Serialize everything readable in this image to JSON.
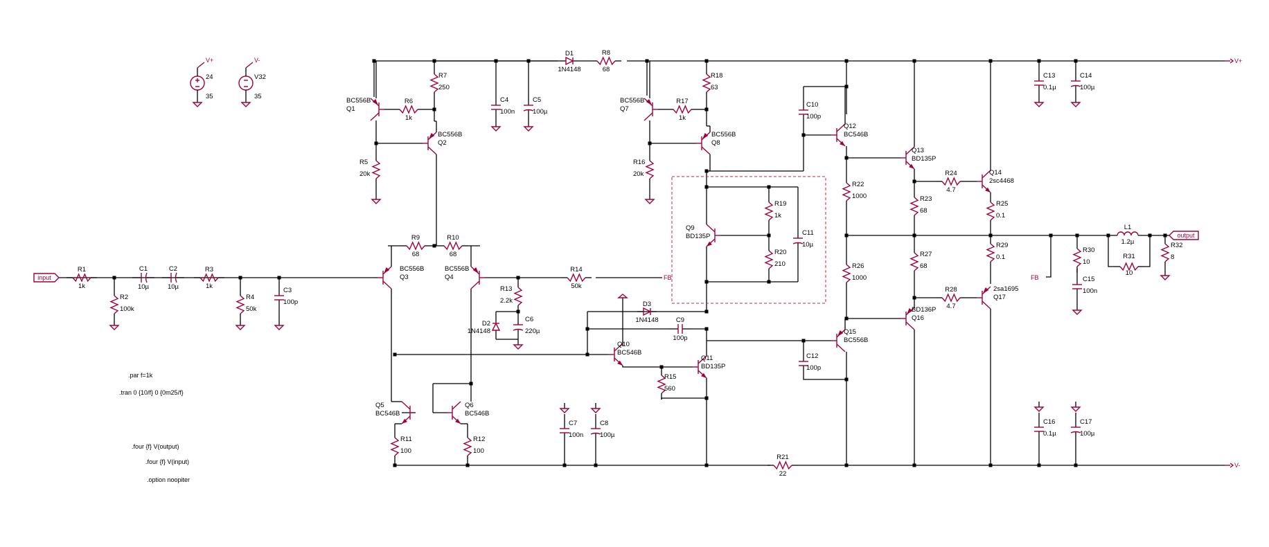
{
  "rails": {
    "pos": "V+",
    "neg": "V-"
  },
  "sources": [
    {
      "ref": "24",
      "value": "35"
    },
    {
      "ref": "V32",
      "value": "35"
    }
  ],
  "resistors": [
    {
      "ref": "R1",
      "value": "1k"
    },
    {
      "ref": "R2",
      "value": "100k"
    },
    {
      "ref": "R3",
      "value": "1k"
    },
    {
      "ref": "R4",
      "value": "50k"
    },
    {
      "ref": "R5",
      "value": "20k"
    },
    {
      "ref": "R6",
      "value": "1k"
    },
    {
      "ref": "R7",
      "value": "250"
    },
    {
      "ref": "R8",
      "value": "68"
    },
    {
      "ref": "R9",
      "value": "68"
    },
    {
      "ref": "R10",
      "value": "68"
    },
    {
      "ref": "R11",
      "value": "100"
    },
    {
      "ref": "R12",
      "value": "100"
    },
    {
      "ref": "R13",
      "value": "2.2k"
    },
    {
      "ref": "R14",
      "value": "50k"
    },
    {
      "ref": "R15",
      "value": "560"
    },
    {
      "ref": "R16",
      "value": "20k"
    },
    {
      "ref": "R17",
      "value": "1k"
    },
    {
      "ref": "R18",
      "value": "63"
    },
    {
      "ref": "R19",
      "value": "1k"
    },
    {
      "ref": "R20",
      "value": "210"
    },
    {
      "ref": "R21",
      "value": "22"
    },
    {
      "ref": "R22",
      "value": "1000"
    },
    {
      "ref": "R23",
      "value": "68"
    },
    {
      "ref": "R24",
      "value": "4.7"
    },
    {
      "ref": "R25",
      "value": "0.1"
    },
    {
      "ref": "R26",
      "value": "1000"
    },
    {
      "ref": "R27",
      "value": "68"
    },
    {
      "ref": "R28",
      "value": "4.7"
    },
    {
      "ref": "R29",
      "value": "0.1"
    },
    {
      "ref": "R30",
      "value": "10"
    },
    {
      "ref": "R31",
      "value": "10"
    },
    {
      "ref": "R32",
      "value": "8"
    }
  ],
  "capacitors": [
    {
      "ref": "C1",
      "value": "10µ"
    },
    {
      "ref": "C2",
      "value": "10µ"
    },
    {
      "ref": "C3",
      "value": "100p"
    },
    {
      "ref": "C4",
      "value": "100n"
    },
    {
      "ref": "C5",
      "value": "100µ"
    },
    {
      "ref": "C6",
      "value": "220µ"
    },
    {
      "ref": "C7",
      "value": "100n"
    },
    {
      "ref": "C8",
      "value": "100µ"
    },
    {
      "ref": "C9",
      "value": "100p"
    },
    {
      "ref": "C10",
      "value": "100p"
    },
    {
      "ref": "C11",
      "value": "10µ"
    },
    {
      "ref": "C12",
      "value": "100p"
    },
    {
      "ref": "C13",
      "value": "0.1µ"
    },
    {
      "ref": "C14",
      "value": "100µ"
    },
    {
      "ref": "C15",
      "value": "100n"
    },
    {
      "ref": "C16",
      "value": "0.1µ"
    },
    {
      "ref": "C17",
      "value": "100µ"
    }
  ],
  "inductor": {
    "ref": "L1",
    "value": "1.2µ"
  },
  "diodes": [
    {
      "ref": "D1",
      "value": "1N4148"
    },
    {
      "ref": "D2",
      "value": "1N4148"
    },
    {
      "ref": "D3",
      "value": "1N4148"
    }
  ],
  "transistors": [
    {
      "ref": "Q1",
      "model": "BC556B"
    },
    {
      "ref": "Q2",
      "model": "BC556B"
    },
    {
      "ref": "Q3",
      "model": "BC556B"
    },
    {
      "ref": "Q4",
      "model": "BC556B"
    },
    {
      "ref": "Q5",
      "model": "BC546B"
    },
    {
      "ref": "Q6",
      "model": "BC546B"
    },
    {
      "ref": "Q7",
      "model": "BC556B"
    },
    {
      "ref": "Q8",
      "model": "BC556B"
    },
    {
      "ref": "Q9",
      "model": "BD135P"
    },
    {
      "ref": "Q10",
      "model": "BC546B"
    },
    {
      "ref": "Q11",
      "model": "BD135P"
    },
    {
      "ref": "Q12",
      "model": "BC546B"
    },
    {
      "ref": "Q13",
      "model": "BD135P"
    },
    {
      "ref": "Q14",
      "model": "2sc4468"
    },
    {
      "ref": "Q15",
      "model": "BC556B"
    },
    {
      "ref": "Q16",
      "model": "BD136P"
    },
    {
      "ref": "Q17",
      "model": "2sa1695"
    }
  ],
  "net_labels": {
    "input": "input",
    "output": "output",
    "fb": "FB"
  },
  "directives": [
    ".par f=1k",
    ".tran 0 {10/f} 0 {0m25/f}",
    ".four {f} V(output)",
    ".four {f} V(input)",
    ".option noopiter"
  ],
  "colors": {
    "component": "#a0003c",
    "wire": "#000000",
    "box": "#d02040"
  }
}
